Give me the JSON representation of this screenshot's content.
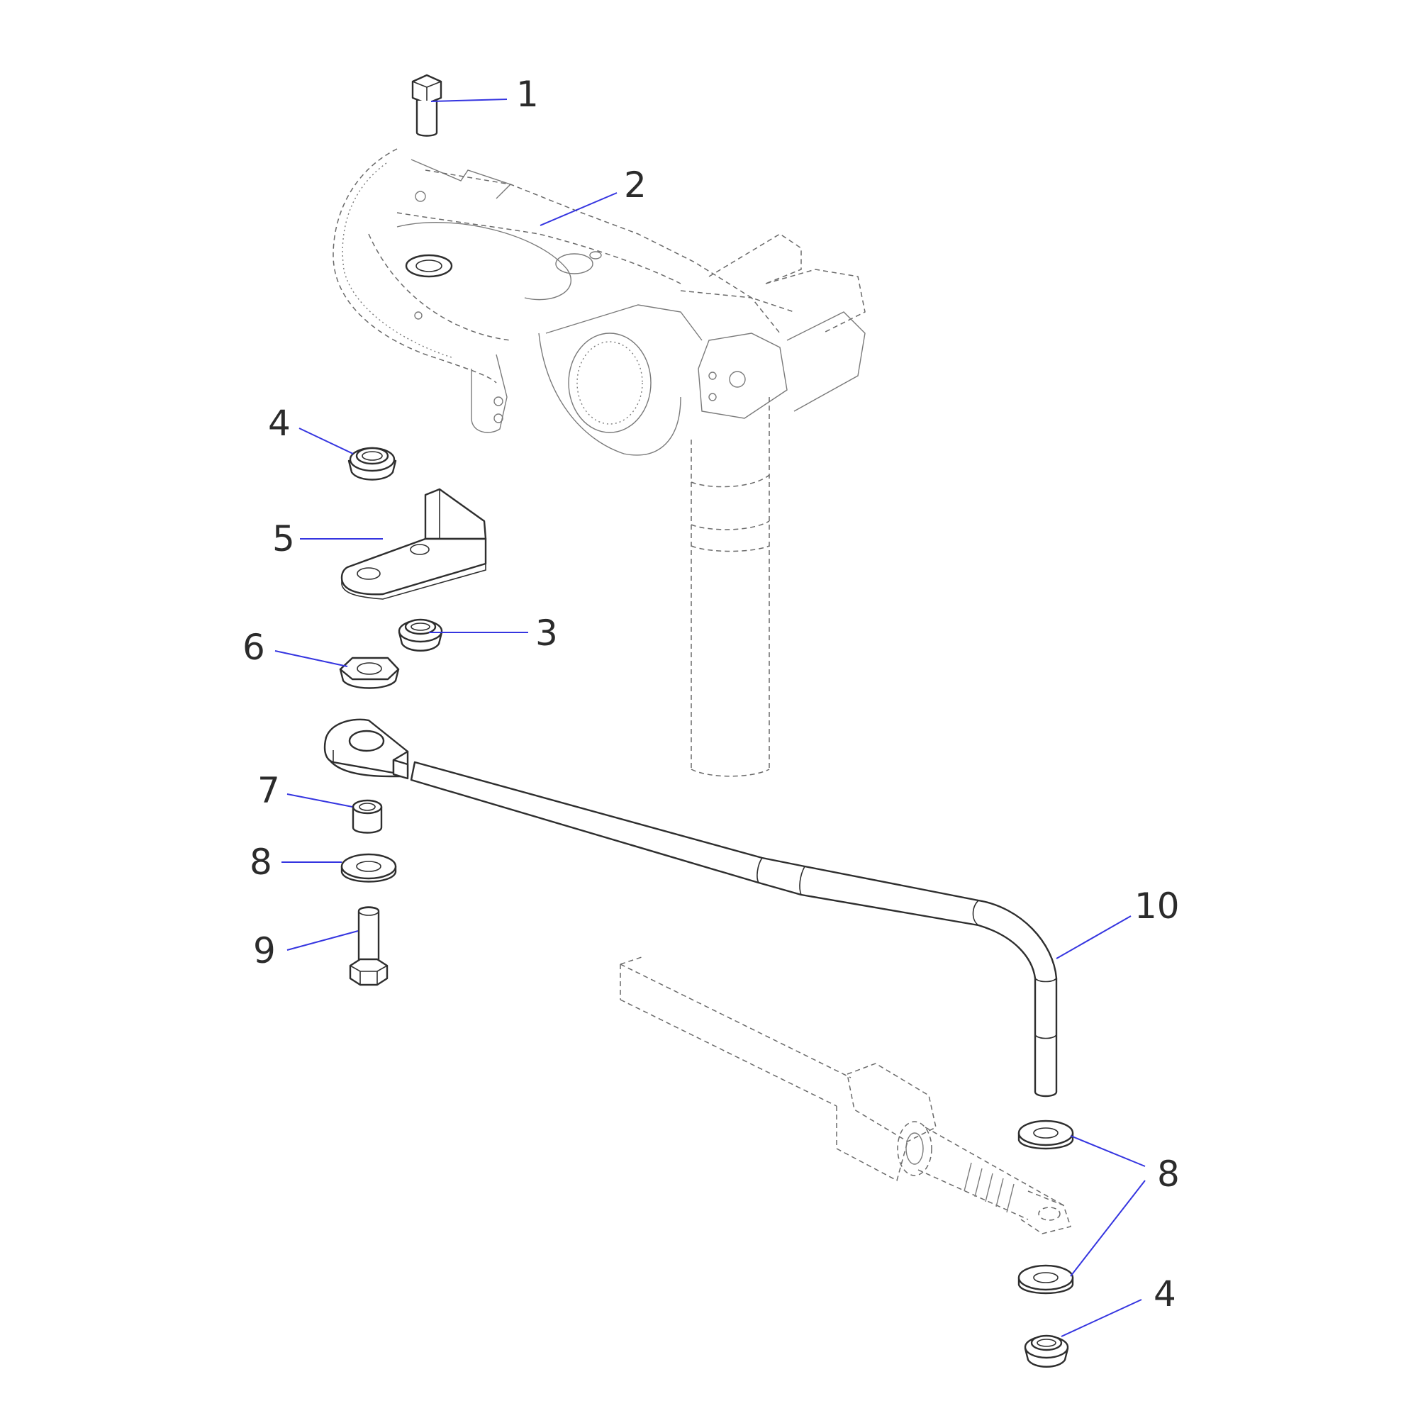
{
  "callouts": {
    "c1": "1",
    "c2": "2",
    "c3": "3",
    "c4a": "4",
    "c5": "5",
    "c6": "6",
    "c7": "7",
    "c8a": "8",
    "c9": "9",
    "c10": "10",
    "c8b": "8",
    "c4b": "4"
  },
  "colors": {
    "leader": "#3535e0",
    "line": "#2e2e2e",
    "ghost": "#6a6a6a"
  }
}
